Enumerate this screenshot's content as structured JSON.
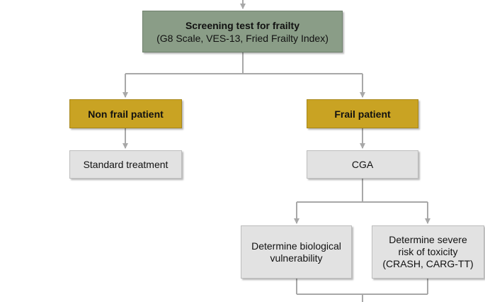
{
  "screening": {
    "title": "Screening test for frailty",
    "subtitle": "(G8 Scale, VES-13, Fried Frailty Index)"
  },
  "branches": {
    "non_frail": {
      "label": "Non frail patient",
      "treatment": "Standard treatment"
    },
    "frail": {
      "label": "Frail patient",
      "assessment": "CGA"
    }
  },
  "outcomes": {
    "biological": {
      "line1": "Determine biological",
      "line2": "vulnerability"
    },
    "toxicity": {
      "line1": "Determine severe",
      "line2": "risk of toxicity",
      "line3": "(CRASH, CARG-TT)"
    }
  },
  "colors": {
    "screening_box": "#8a9d87",
    "patient_box": "#c9a323",
    "action_box": "#e2e2e2",
    "connector": "#a8a8a8"
  }
}
